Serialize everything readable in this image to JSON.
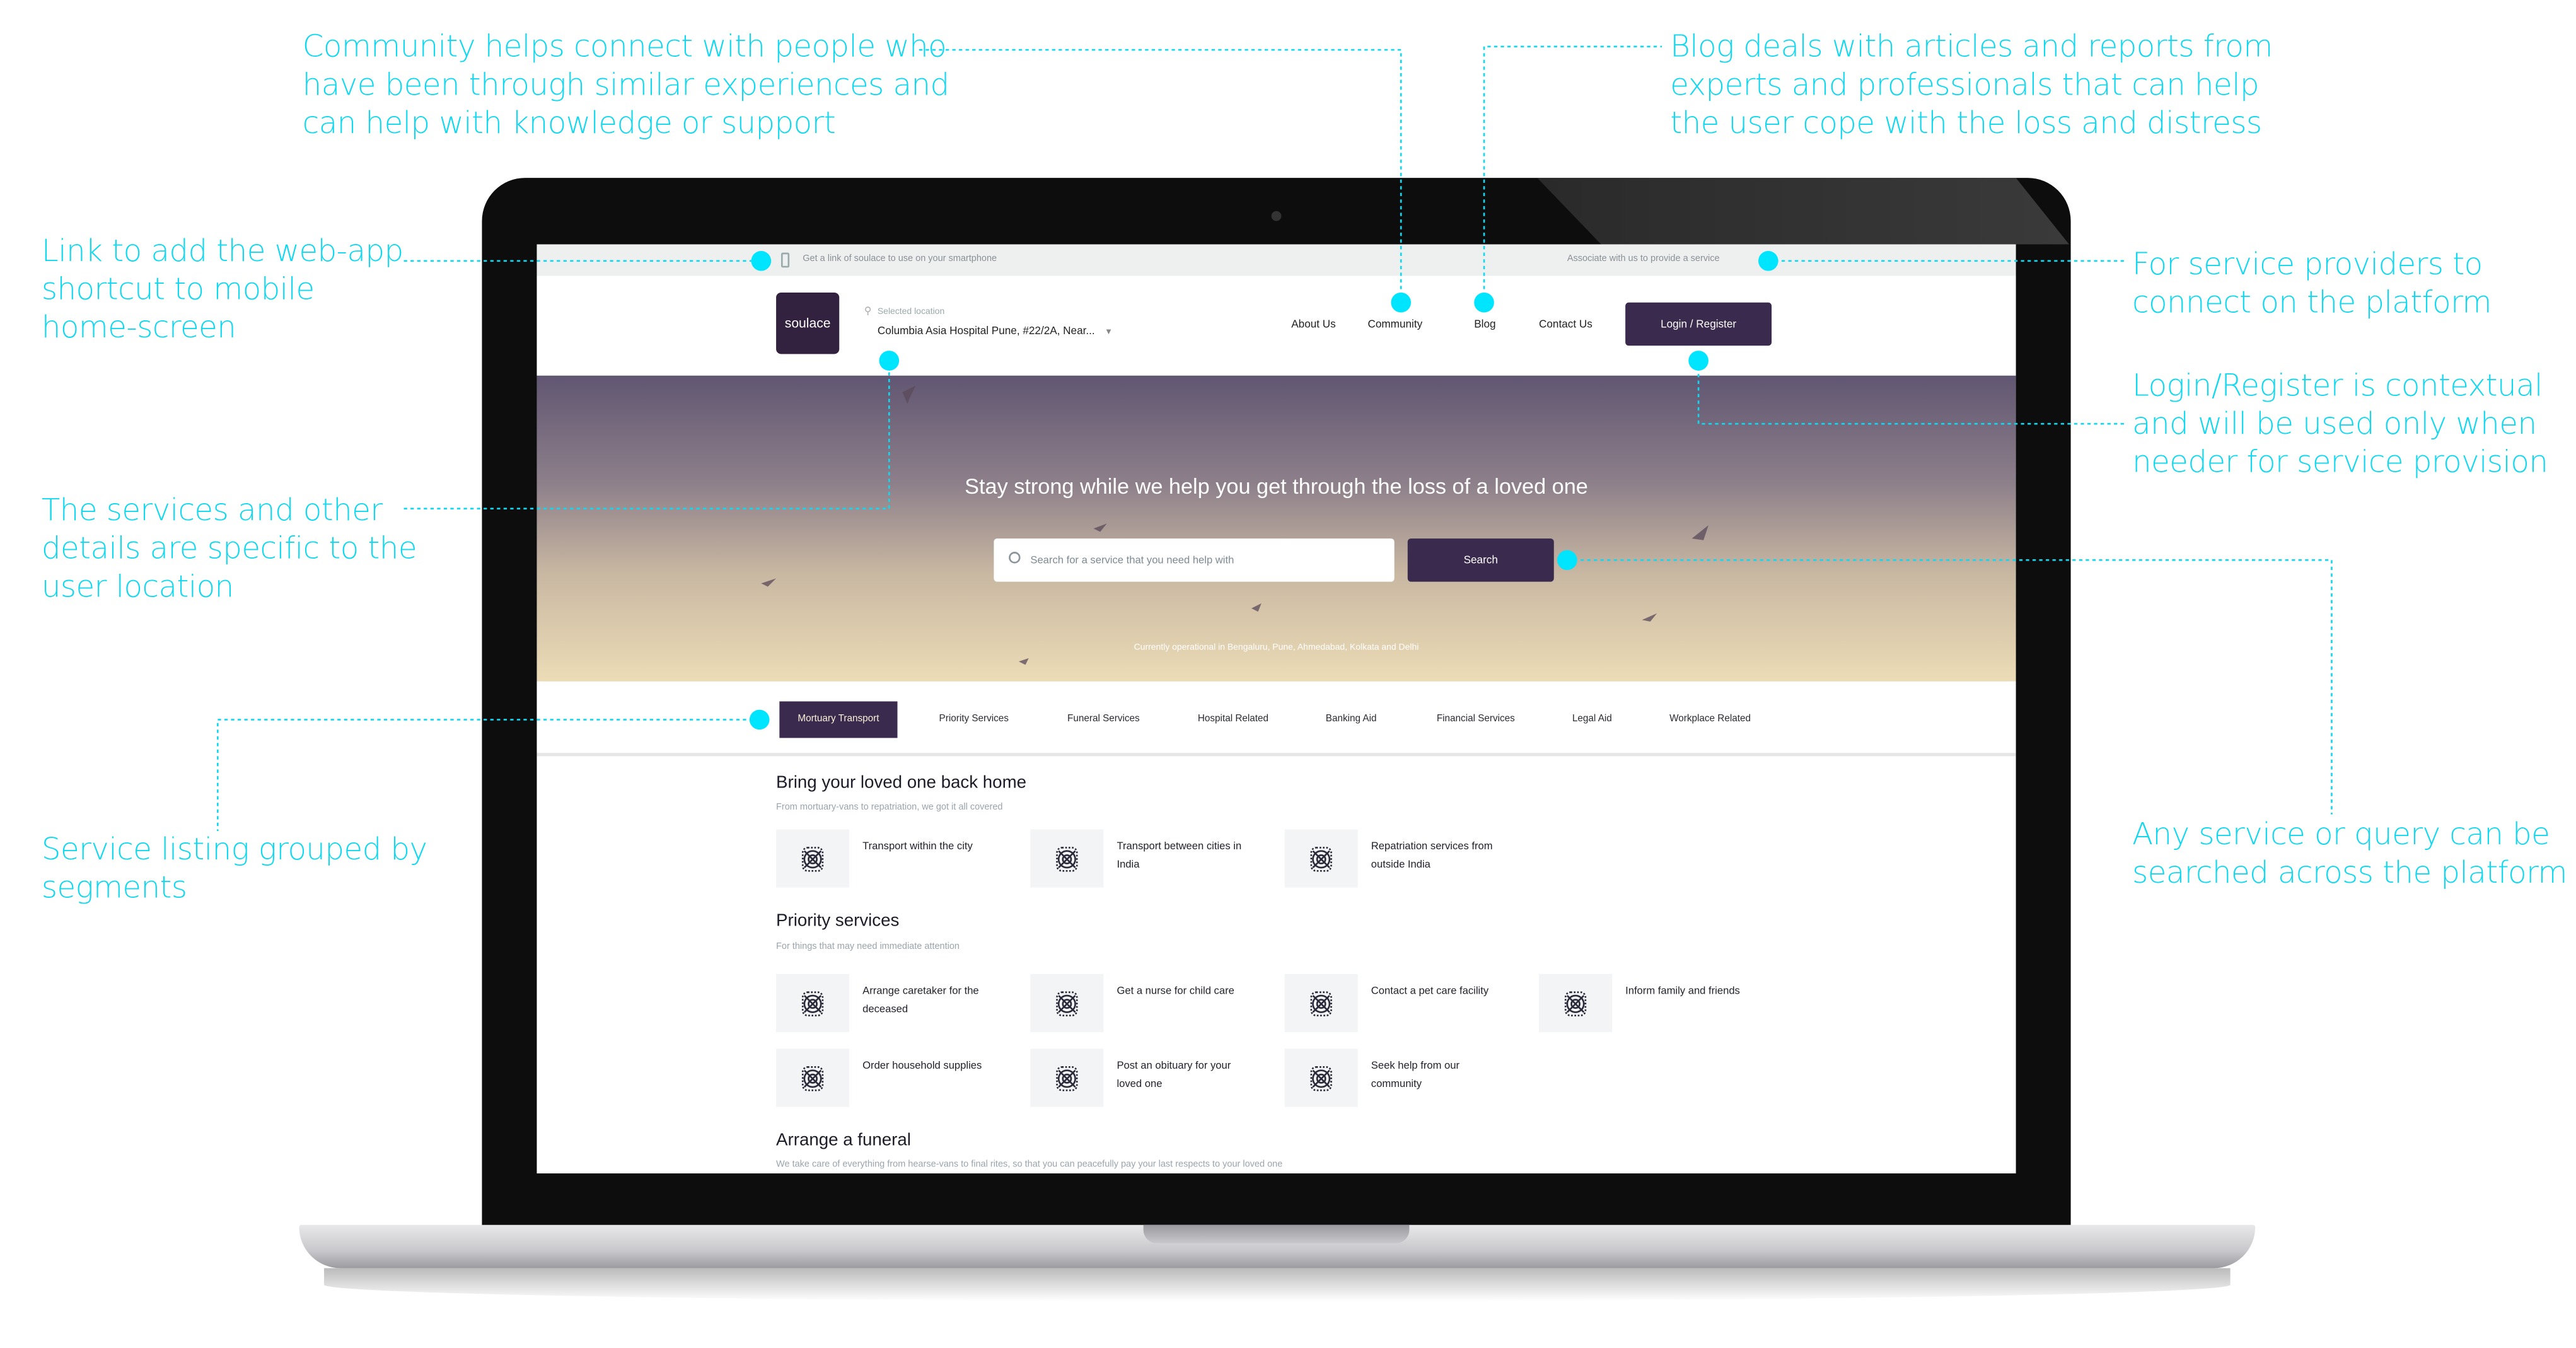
{
  "annotations": {
    "community": "Community helps connect with people who\nhave been through similar experiences and\ncan help with knowledge or support",
    "blog": "Blog deals with articles and reports from\nexperts and professionals that can help\nthe user cope with the loss and distress",
    "mobile_link": "Link to add the web-app\nshortcut to mobile\nhome-screen",
    "service_providers": "For service providers to\nconnect on the platform",
    "login": "Login/Register is contextual\nand will be used only when\nneeder for service provision",
    "location": "The services and other\ndetails are specific to the\nuser location",
    "segments": "Service listing grouped by\nsegments",
    "search": "Any service or query can be\nsearched across the platform",
    "accent_color": "#00e5ff"
  },
  "topbar": {
    "mobile_link": "Get a link of soulace to use on your smartphone",
    "associate": "Associate with us to provide a service"
  },
  "header": {
    "logo": "soulace",
    "location_label": "Selected location",
    "location_value": "Columbia Asia Hospital Pune, #22/2A, Near...",
    "nav": [
      "About Us",
      "Community",
      "Blog",
      "Contact Us"
    ],
    "login": "Login / Register",
    "brand_color": "#3a2a4d"
  },
  "hero": {
    "title": "Stay strong while we help you get through the loss of a loved one",
    "search_placeholder": "Search for a service that you need help with",
    "search_button": "Search",
    "cities": "Currently operational in Bengaluru, Pune, Ahmedabad, Kolkata and Delhi"
  },
  "tabs": [
    "Mortuary Transport",
    "Priority Services",
    "Funeral Services",
    "Hospital Related",
    "Banking Aid",
    "Financial Services",
    "Legal Aid",
    "Workplace Related"
  ],
  "active_tab": "Mortuary Transport",
  "sections": [
    {
      "title": "Bring your loved one back home",
      "subtitle": "From mortuary-vans to repatriation, we got it all covered",
      "items": [
        "Transport within the city",
        "Transport between cities in India",
        "Repatriation services from outside India"
      ]
    },
    {
      "title": "Priority services",
      "subtitle": "For things that may need immediate attention",
      "items": [
        "Arrange caretaker for the deceased",
        "Get a nurse for child care",
        "Contact a pet care facility",
        "Inform family and friends",
        "Order household supplies",
        "Post an obituary for your loved one",
        "Seek help from our community"
      ]
    },
    {
      "title": "Arrange a funeral",
      "subtitle": "We take care of everything from hearse-vans to final rites, so that you can peacefully pay your last respects to your loved one",
      "items": []
    }
  ]
}
